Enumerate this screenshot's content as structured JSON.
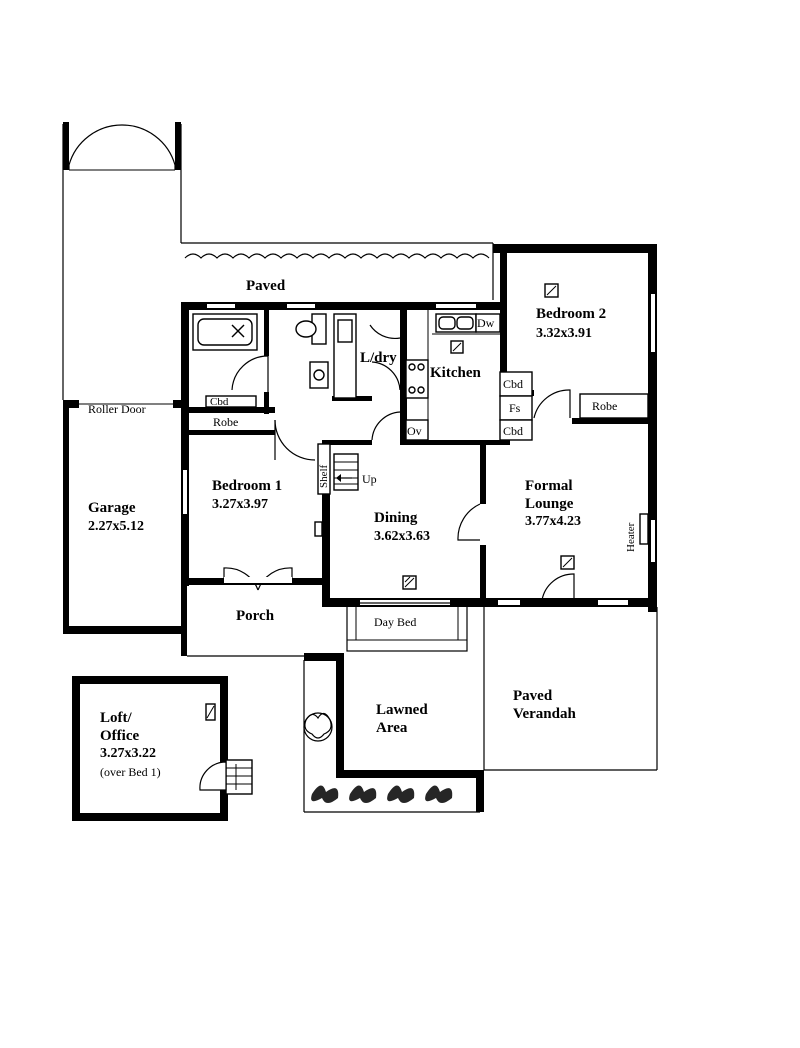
{
  "outdoor": {
    "paved_top": "Paved",
    "lawned_1": "Lawned",
    "lawned_2": "Area",
    "verandah_1": "Paved",
    "verandah_2": "Verandah"
  },
  "garage": {
    "name": "Garage",
    "dims": "2.27x5.12",
    "door": "Roller Door"
  },
  "bedroom1": {
    "name": "Bedroom 1",
    "dims": "3.27x3.97",
    "robe": "Robe",
    "cbd": "Cbd"
  },
  "bedroom2": {
    "name": "Bedroom 2",
    "dims": "3.32x3.91",
    "robe": "Robe"
  },
  "laundry": {
    "name": "L/dry"
  },
  "kitchen": {
    "name": "Kitchen",
    "dw": "Dw",
    "ov": "Ov",
    "cbd_top": "Cbd",
    "fs": "Fs",
    "cbd_bottom": "Cbd"
  },
  "dining": {
    "name": "Dining",
    "dims": "3.62x3.63",
    "shelf": "Shelf",
    "up": "Up",
    "day_bed": "Day Bed"
  },
  "lounge": {
    "name_1": "Formal",
    "name_2": "Lounge",
    "dims": "3.77x4.23",
    "heater": "Heater"
  },
  "porch": {
    "name": "Porch"
  },
  "loft": {
    "name_1": "Loft/",
    "name_2": "Office",
    "dims": "3.27x3.22",
    "note": "(over Bed 1)"
  }
}
